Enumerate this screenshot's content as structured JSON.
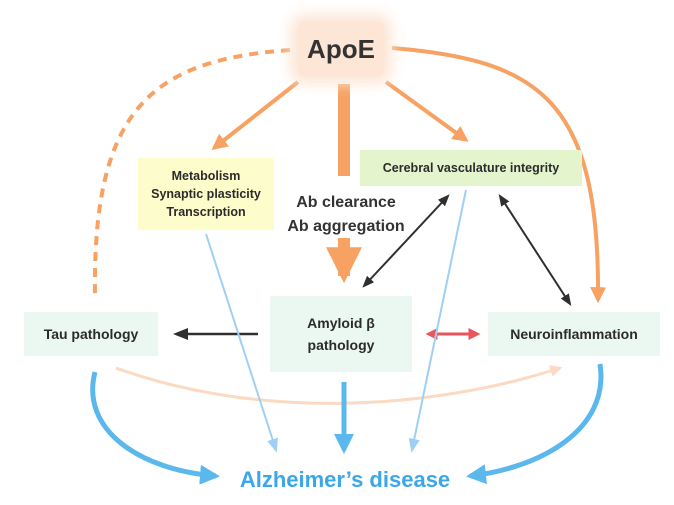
{
  "nodes": {
    "apoe": "ApoE",
    "metabolism_lines": [
      "Metabolism",
      "Synaptic plasticity",
      "Transcription"
    ],
    "cerebral_vasculature": "Cerebral vasculature integrity",
    "ab_lines": [
      "Ab clearance",
      "Ab aggregation"
    ],
    "tau": "Tau pathology",
    "amyloid_lines": [
      "Amyloid β",
      "pathology"
    ],
    "neuroinflammation": "Neuroinflammation",
    "alzheimers": "Alzheimer’s disease"
  },
  "colors": {
    "orange": "#f7a162",
    "light_orange": "#fbd9c2",
    "dark": "#2f2f2f",
    "light_blue": "#9fd0f3",
    "blue": "#5ab8ec",
    "red": "#e8555b",
    "node_green": "#eaf8f1",
    "node_yellow": "#fdfccb",
    "node_lime": "#e4f4cd",
    "node_peach": "#fde6d6"
  }
}
